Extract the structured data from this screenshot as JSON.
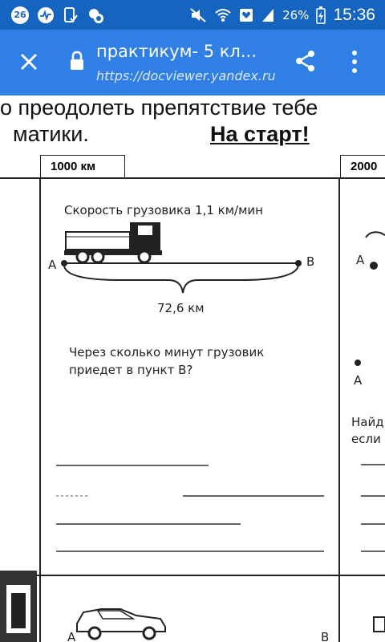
{
  "status_bar": {
    "notification_badge": "26",
    "battery": "26%",
    "time": "15:36"
  },
  "toolbar": {
    "title": "практикум- 5 кл...",
    "url": "https://docviewer.yandex.ru",
    "colors": {
      "status_bar": "#1565c0",
      "toolbar": "#2f7fe5"
    }
  },
  "document": {
    "line1": "о преодолеть препятствие тебе",
    "line2": "матики.",
    "start": "На старт!",
    "tab1": "1000 км",
    "tab2": "2000",
    "speed": "Скорость грузовика 1,1 км/мин",
    "point_a": "А",
    "point_b": "В",
    "distance": "72,6 км",
    "question_line1": "Через сколько минут грузовик",
    "question_line2": "приедет в пункт В?",
    "right_a1": "А",
    "right_a2": "А",
    "right_text1": "Найд",
    "right_text2": "если",
    "bottom_a": "А",
    "bottom_b": "В"
  }
}
